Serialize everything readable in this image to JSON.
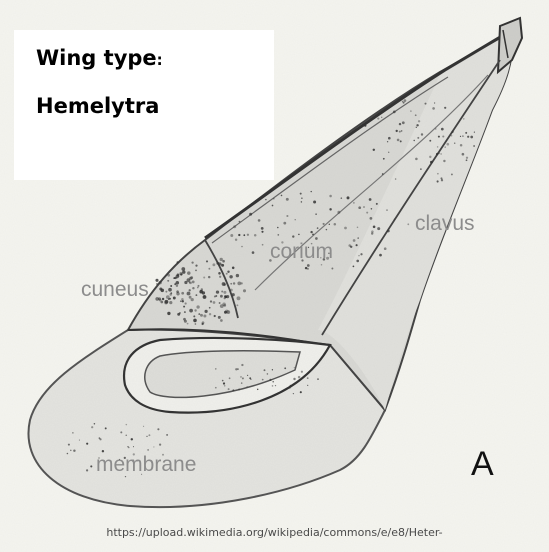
{
  "title": {
    "line1": "Wing type",
    "colon": ":",
    "line2": "Hemelytra"
  },
  "parts": {
    "corium": "corium",
    "clavus": "clavus",
    "cuneus": "cuneus",
    "membrane": "membrane"
  },
  "panel_letter": "A",
  "source_url": "https://upload.wikimedia.org/wikipedia/commons/e/e8/Heter-"
}
